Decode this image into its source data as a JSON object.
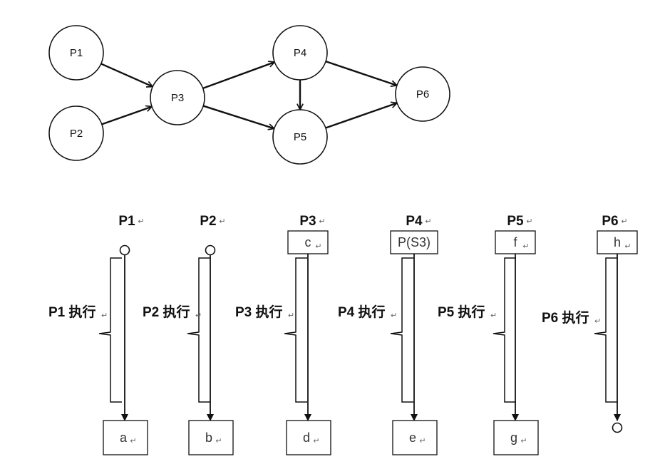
{
  "graph": {
    "nodes": [
      {
        "id": "P1",
        "label": "P1"
      },
      {
        "id": "P2",
        "label": "P2"
      },
      {
        "id": "P3",
        "label": "P3"
      },
      {
        "id": "P4",
        "label": "P4"
      },
      {
        "id": "P5",
        "label": "P5"
      },
      {
        "id": "P6",
        "label": "P6"
      }
    ],
    "edges": [
      {
        "from": "P1",
        "to": "P3"
      },
      {
        "from": "P2",
        "to": "P3"
      },
      {
        "from": "P3",
        "to": "P4"
      },
      {
        "from": "P3",
        "to": "P5"
      },
      {
        "from": "P4",
        "to": "P5"
      },
      {
        "from": "P4",
        "to": "P6"
      },
      {
        "from": "P5",
        "to": "P6"
      }
    ]
  },
  "return_mark": "↵",
  "processes": [
    {
      "id": "P1",
      "title": "P1",
      "exec_label": "P1 执行",
      "top": {
        "type": "circle"
      },
      "bottom": {
        "type": "box",
        "text": "a"
      }
    },
    {
      "id": "P2",
      "title": "P2",
      "exec_label": "P2 执行",
      "top": {
        "type": "circle"
      },
      "bottom": {
        "type": "box",
        "text": "b"
      }
    },
    {
      "id": "P3",
      "title": "P3",
      "exec_label": "P3 执行",
      "top": {
        "type": "box",
        "text": "c"
      },
      "bottom": {
        "type": "box",
        "text": "d"
      }
    },
    {
      "id": "P4",
      "title": "P4",
      "exec_label": "P4 执行",
      "top": {
        "type": "box",
        "text": "P(S3)"
      },
      "bottom": {
        "type": "box",
        "text": "e"
      }
    },
    {
      "id": "P5",
      "title": "P5",
      "exec_label": "P5 执行",
      "top": {
        "type": "box",
        "text": "f"
      },
      "bottom": {
        "type": "box",
        "text": "g"
      }
    },
    {
      "id": "P6",
      "title": "P6",
      "exec_label": "P6 执行",
      "top": {
        "type": "box",
        "text": "h"
      },
      "bottom": {
        "type": "circle"
      }
    }
  ]
}
